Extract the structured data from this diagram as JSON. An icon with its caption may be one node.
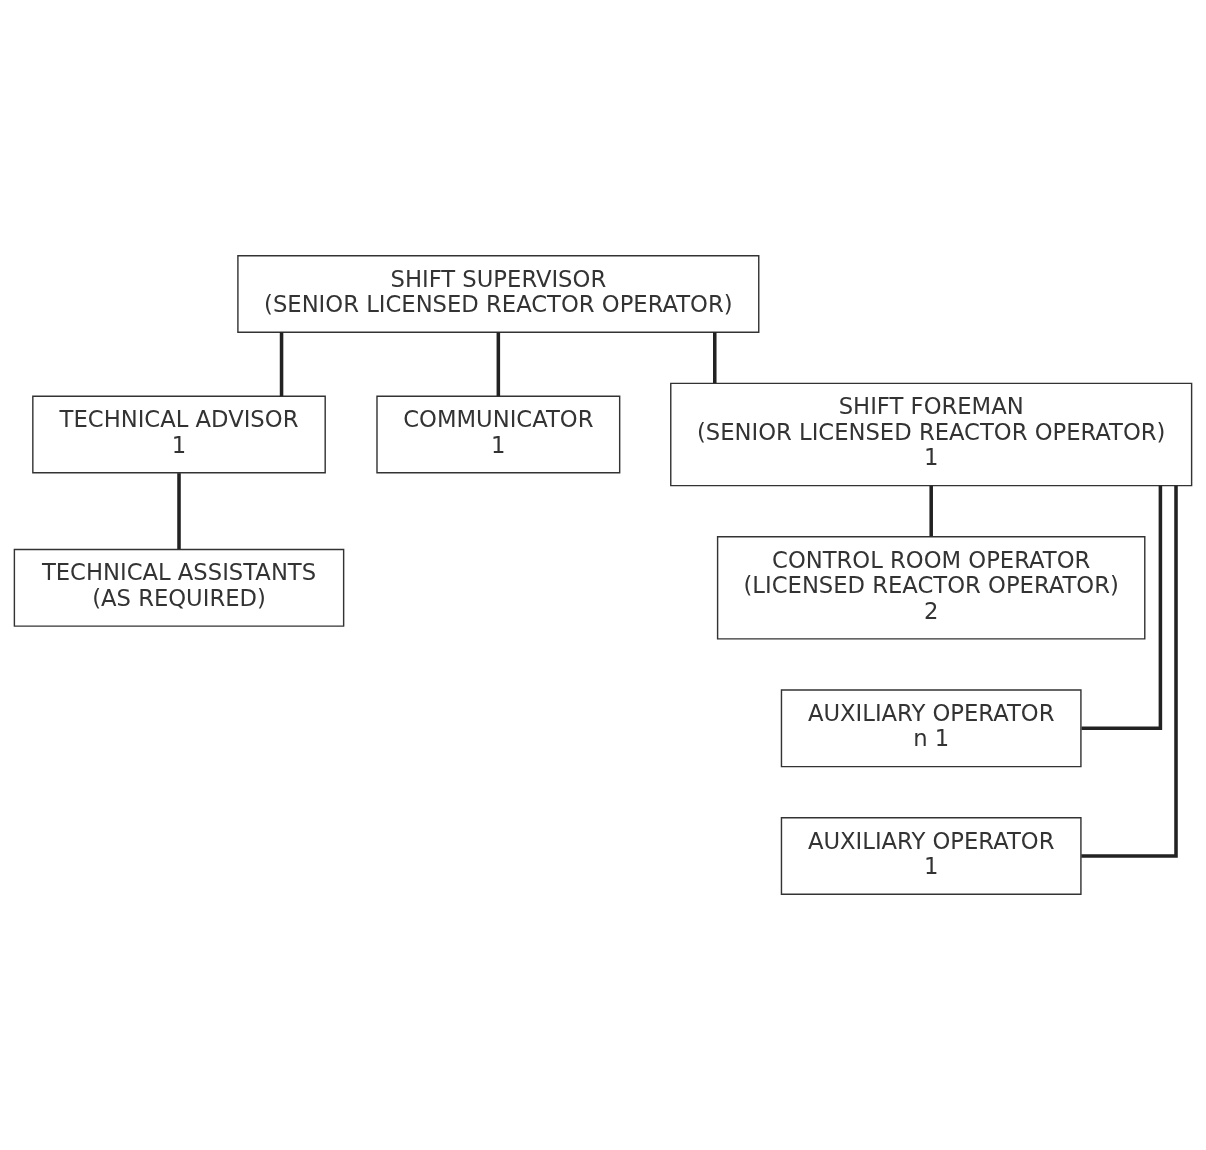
{
  "diagram": {
    "nodes": [
      {
        "text": [
          "SHIFT SUPERVISOR",
          "(SENIOR LICENSED REACTOR OPERATOR)"
        ]
      },
      {
        "text": [
          "TECHNICAL ADVISOR",
          "1"
        ]
      },
      {
        "text": [
          "COMMUNICATOR",
          "1"
        ]
      },
      {
        "text": [
          "SHIFT FOREMAN",
          "(SENIOR LICENSED REACTOR OPERATOR)",
          "1"
        ]
      },
      {
        "text": [
          "TECHNICAL ASSISTANTS",
          "(AS REQUIRED)"
        ]
      },
      {
        "text": [
          "CONTROL ROOM OPERATOR",
          "(LICENSED REACTOR OPERATOR)",
          "2"
        ]
      },
      {
        "text": [
          "AUXILIARY OPERATOR",
          "n 1"
        ]
      },
      {
        "text": [
          "AUXILIARY OPERATOR",
          "1"
        ]
      }
    ],
    "edges": [
      {
        "from": 0,
        "to": 1,
        "arrow": "none"
      },
      {
        "from": 0,
        "to": 2,
        "arrow": "none"
      },
      {
        "from": 0,
        "to": 3,
        "arrow": "none"
      },
      {
        "from": 1,
        "to": 4,
        "arrow": "none"
      },
      {
        "from": 3,
        "to": 5,
        "arrow": "none"
      },
      {
        "from": 3,
        "to": 6,
        "arrow": "none"
      },
      {
        "from": 3,
        "to": 7,
        "arrow": "none"
      }
    ]
  }
}
